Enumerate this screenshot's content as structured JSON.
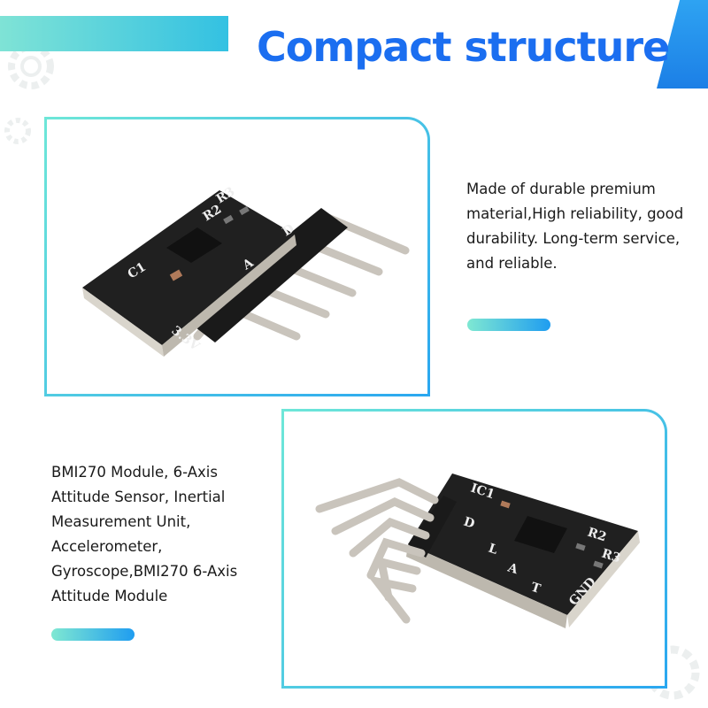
{
  "title": "Compact structure",
  "top_description": "Made of durable premium material,High reliability, good durability. Long-term service, and reliable.",
  "bottom_description": "BMI270 Module, 6-Axis Attitude Sensor, Inertial Measurement Unit, Accelerometer, Gyroscope,BMI270 6-Axis Attitude Module",
  "colors": {
    "title": "#1b6ef0",
    "accent_teal": "#6ee7d8",
    "accent_blue": "#2aa7f0"
  },
  "top_board_labels": [
    "R3",
    "R2",
    "C1",
    "D",
    "A",
    "3.3V"
  ],
  "bottom_board_labels": [
    "IC1",
    "D",
    "L",
    "A",
    "T",
    "R2",
    "R3",
    "GND"
  ]
}
